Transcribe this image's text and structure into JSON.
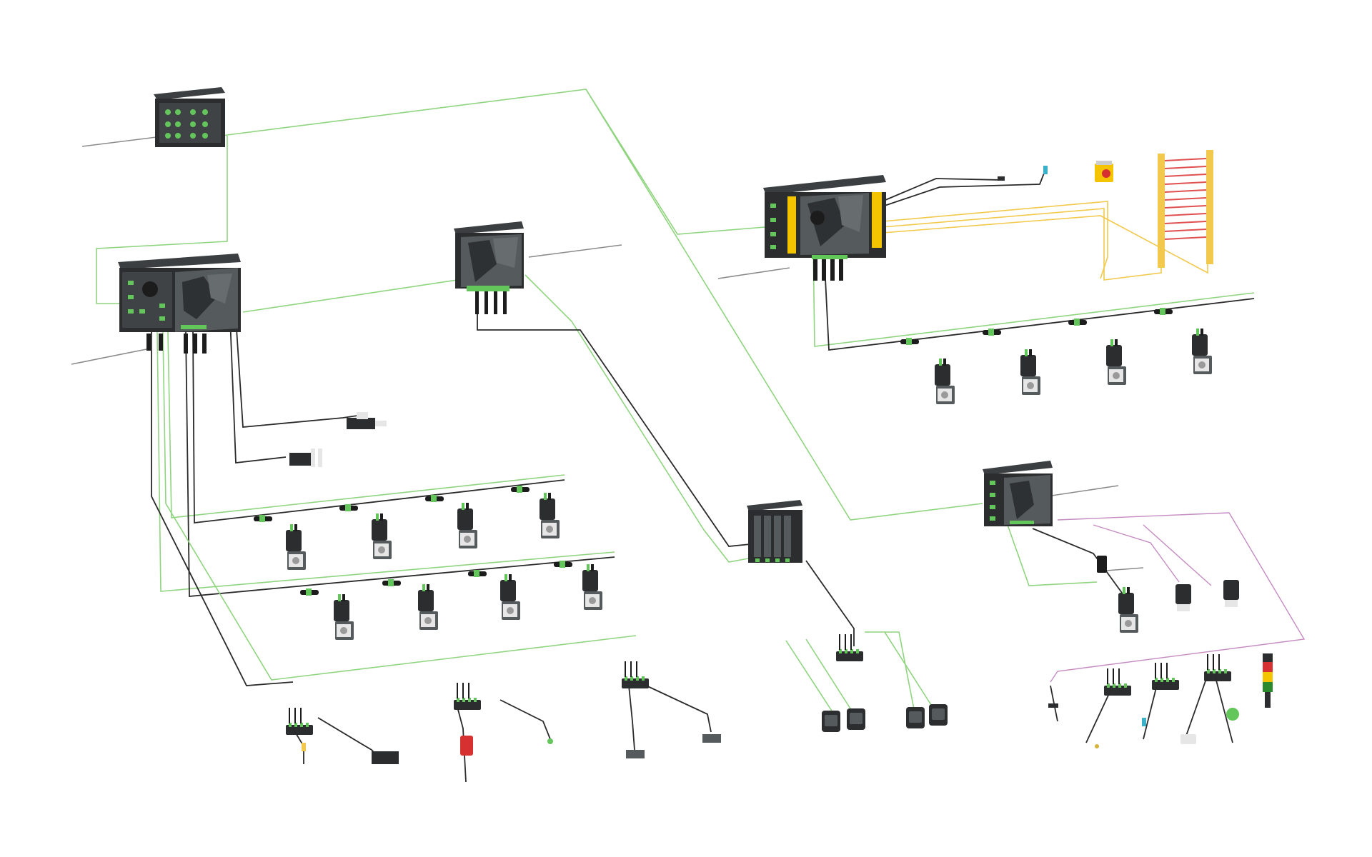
{
  "diagram": {
    "type": "industrial-network-topology",
    "colors": {
      "background": "#ffffff",
      "ethernet_cable": "#8fd47f",
      "power_cable": "#2a2a2a",
      "safety_cable": "#f2c94c",
      "io_link_cable": "#c58bc2",
      "module_body": "#2b2d2e",
      "port_accent": "#63c65a",
      "safety_accent": "#f5c400",
      "light_curtain_beam": "#e05050"
    },
    "nodes": [
      {
        "id": "io-block-top-left",
        "kind": "io-module"
      },
      {
        "id": "main-controller",
        "kind": "controller"
      },
      {
        "id": "io-block-center",
        "kind": "io-module"
      },
      {
        "id": "safety-controller",
        "kind": "safety-controller"
      },
      {
        "id": "io-block-mid",
        "kind": "io-module"
      },
      {
        "id": "io-block-right",
        "kind": "io-module"
      },
      {
        "id": "servo-drives-right",
        "kind": "servo-drive",
        "count": 4
      },
      {
        "id": "servo-drives-row-1",
        "kind": "servo-drive",
        "count": 4
      },
      {
        "id": "servo-drives-row-2",
        "kind": "servo-drive",
        "count": 4
      },
      {
        "id": "emergency-stop",
        "kind": "e-stop"
      },
      {
        "id": "light-curtain",
        "kind": "safety-light-curtain"
      },
      {
        "id": "stack-light",
        "kind": "signal-tower",
        "colors": [
          "#2b8a2b",
          "#f5c400",
          "#d63030"
        ]
      },
      {
        "id": "connectors-bottom",
        "kind": "heavy-connector",
        "count": 4
      }
    ]
  }
}
